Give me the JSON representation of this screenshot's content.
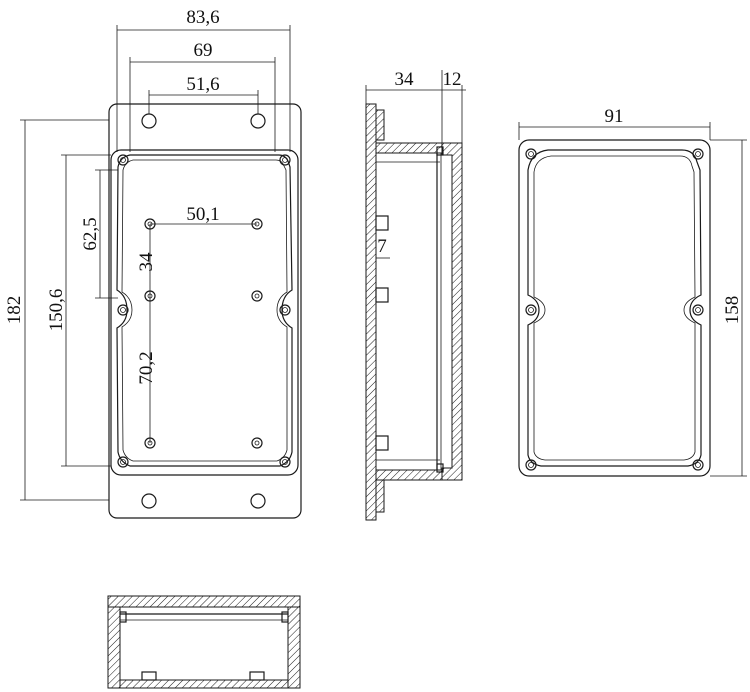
{
  "drawing": {
    "dimensions": {
      "top_width_overall": "83,6",
      "top_width_mid": "69",
      "top_width_inner": "51,6",
      "hole_pitch_x": "50,1",
      "hole_pitch_y_top": "62,5",
      "hole_offset": "34",
      "hole_pitch_y_bottom": "70,2",
      "overall_length": "182",
      "body_length": "150,6",
      "depth_total": "34",
      "lid_depth": "12",
      "wall_step": "7",
      "side_width": "91",
      "side_length": "158"
    }
  }
}
